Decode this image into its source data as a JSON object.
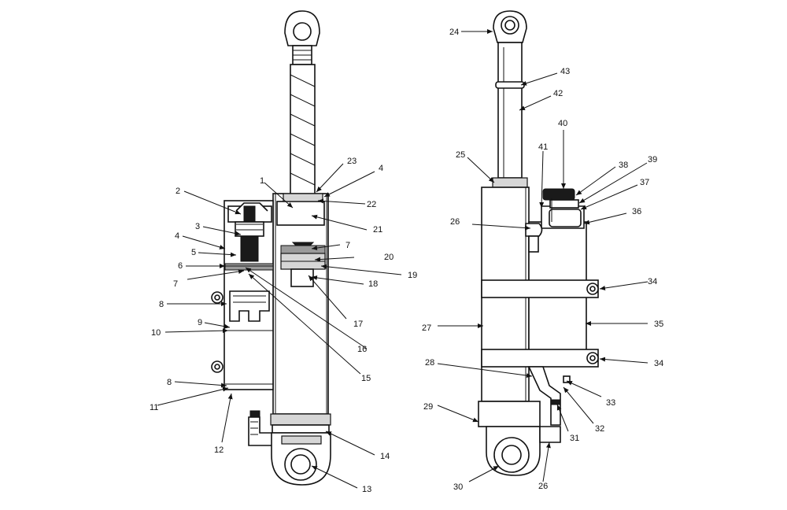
{
  "callouts": {
    "c1": "1",
    "c2": "2",
    "c3": "3",
    "c4a": "4",
    "c4b": "4",
    "c5": "5",
    "c6": "6",
    "c7a": "7",
    "c7b": "7",
    "c8a": "8",
    "c8b": "8",
    "c9": "9",
    "c10": "10",
    "c11": "11",
    "c12": "12",
    "c13": "13",
    "c14": "14",
    "c15": "15",
    "c16": "16",
    "c17": "17",
    "c18": "18",
    "c19": "19",
    "c20": "20",
    "c21": "21",
    "c22": "22",
    "c23": "23",
    "c24": "24",
    "c25": "25",
    "c26a": "26",
    "c26b": "26",
    "c27": "27",
    "c28": "28",
    "c29": "29",
    "c30": "30",
    "c31": "31",
    "c32": "32",
    "c33": "33",
    "c34a": "34",
    "c34b": "34",
    "c35": "35",
    "c36": "36",
    "c37": "37",
    "c38": "38",
    "c39": "39",
    "c40": "40",
    "c41": "41",
    "c42": "42",
    "c43": "43"
  }
}
